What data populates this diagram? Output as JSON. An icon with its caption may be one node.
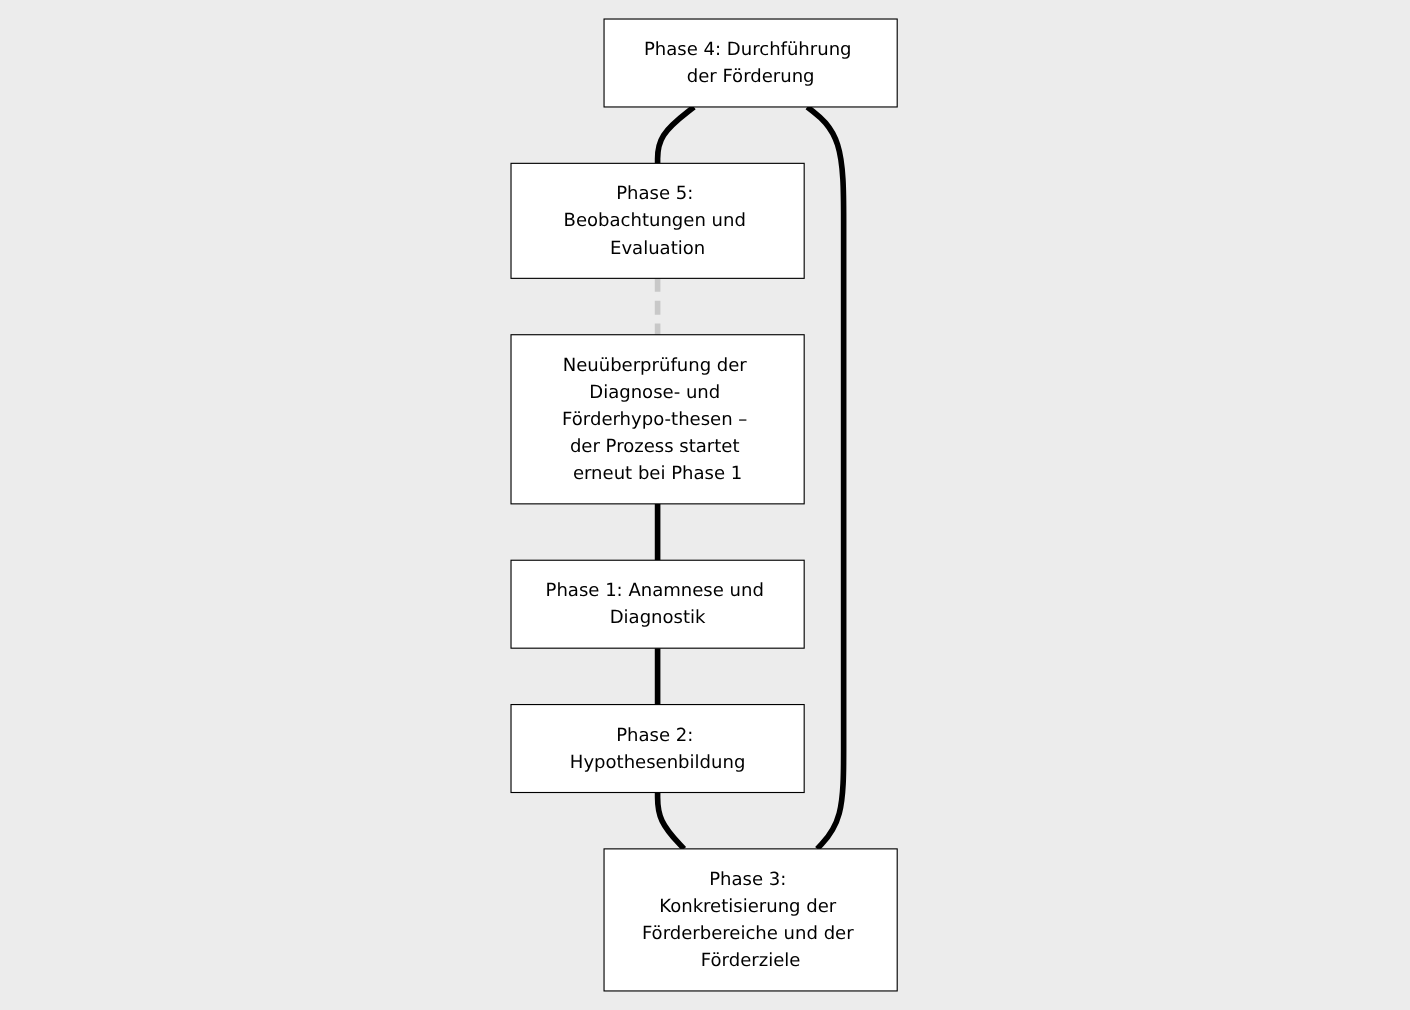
{
  "diagram": {
    "nodes": [
      {
        "text": [
          "Phase 4: Durchführung der Förderung"
        ]
      },
      {
        "text": [
          "Phase 3: Konkretisierung der Förderbereiche und der Förderziele"
        ]
      },
      {
        "text": [
          "Phase 5: Beobachtungen und Evaluation"
        ]
      },
      {
        "text": [
          "Neuüberprüfung der Diagnose- und Förderhypo-thesen – der Prozess startet erneut bei Phase 1"
        ]
      },
      {
        "text": [
          "Phase 1: Anamnese und Diagnostik"
        ]
      },
      {
        "text": [
          "Phase 2: Hypothesenbildung"
        ]
      }
    ],
    "edges": [
      {
        "from": 4,
        "to": 5,
        "arrow": "none"
      },
      {
        "from": 5,
        "to": 1,
        "arrow": "none"
      },
      {
        "from": 1,
        "to": 0,
        "arrow": "none"
      },
      {
        "from": 0,
        "to": 2,
        "arrow": "none"
      },
      {
        "from": 2,
        "to": 3,
        "arrow": "none",
        "style": "dashed",
        "color": "#c8c8c8"
      },
      {
        "from": 3,
        "to": 4,
        "arrow": "none"
      }
    ]
  }
}
